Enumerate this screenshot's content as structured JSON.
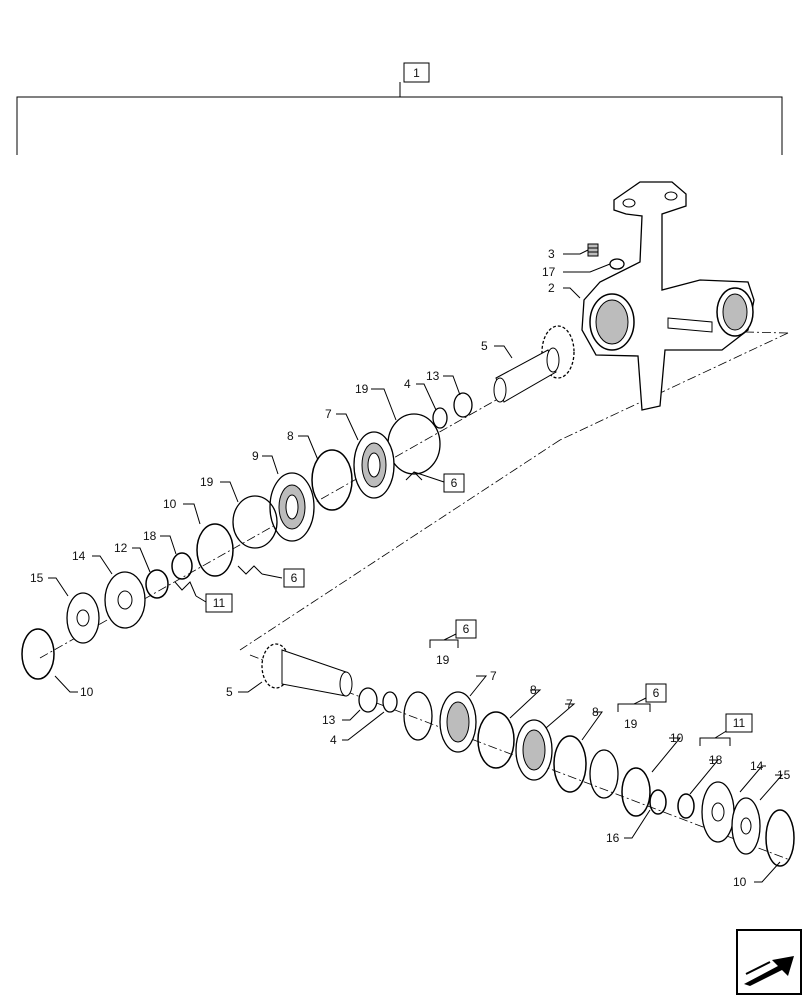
{
  "assembly": {
    "ref": "1",
    "callouts": [
      {
        "id": "c-3",
        "text": "3"
      },
      {
        "id": "c-17",
        "text": "17"
      },
      {
        "id": "c-2",
        "text": "2"
      },
      {
        "id": "c-5a",
        "text": "5"
      },
      {
        "id": "c-13a",
        "text": "13"
      },
      {
        "id": "c-4a",
        "text": "4"
      },
      {
        "id": "c-19a",
        "text": "19"
      },
      {
        "id": "c-7a",
        "text": "7"
      },
      {
        "id": "c-8a",
        "text": "8"
      },
      {
        "id": "c-9",
        "text": "9"
      },
      {
        "id": "c-19b",
        "text": "19"
      },
      {
        "id": "c-10a",
        "text": "10"
      },
      {
        "id": "c-18a",
        "text": "18"
      },
      {
        "id": "c-12",
        "text": "12"
      },
      {
        "id": "c-14a",
        "text": "14"
      },
      {
        "id": "c-15a",
        "text": "15"
      },
      {
        "id": "c-10b",
        "text": "10"
      },
      {
        "id": "c-5b",
        "text": "5"
      },
      {
        "id": "c-13b",
        "text": "13"
      },
      {
        "id": "c-4b",
        "text": "4"
      },
      {
        "id": "c-19c",
        "text": "19"
      },
      {
        "id": "c-7b",
        "text": "7"
      },
      {
        "id": "c-8b",
        "text": "8"
      },
      {
        "id": "c-7c",
        "text": "7"
      },
      {
        "id": "c-8c",
        "text": "8"
      },
      {
        "id": "c-19d",
        "text": "19"
      },
      {
        "id": "c-10c",
        "text": "10"
      },
      {
        "id": "c-16",
        "text": "16"
      },
      {
        "id": "c-18b",
        "text": "18"
      },
      {
        "id": "c-14b",
        "text": "14"
      },
      {
        "id": "c-15b",
        "text": "15"
      },
      {
        "id": "c-10d",
        "text": "10"
      }
    ],
    "kits": [
      {
        "id": "k-6a",
        "text": "6"
      },
      {
        "id": "k-6b",
        "text": "6"
      },
      {
        "id": "k-11a",
        "text": "11"
      },
      {
        "id": "k-6c",
        "text": "6"
      },
      {
        "id": "k-6d",
        "text": "6"
      },
      {
        "id": "k-11b",
        "text": "11"
      }
    ]
  },
  "nav_icon": "next-page-arrow-icon"
}
